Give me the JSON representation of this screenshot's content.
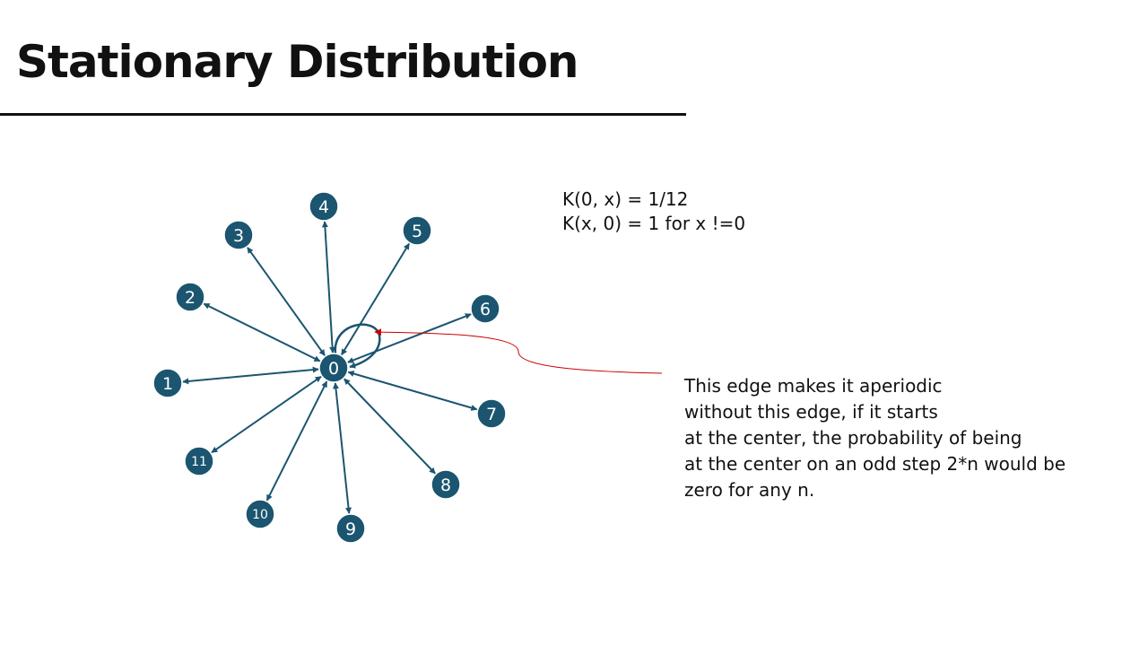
{
  "slide": {
    "title": "Stationary Distribution"
  },
  "formulas": [
    "K(0, x) = 1/12",
    "K(x, 0) = 1 for x !=0"
  ],
  "annotation": {
    "lines": [
      "This edge makes it aperiodic",
      "without this edge, if it starts",
      "at the center, the probability of being",
      "at the center on an odd step 2*n would be",
      "zero for any n."
    ]
  },
  "graph": {
    "center": {
      "id": "0",
      "label": "0"
    },
    "outer_nodes": [
      {
        "id": "1",
        "label": "1"
      },
      {
        "id": "2",
        "label": "2"
      },
      {
        "id": "3",
        "label": "3"
      },
      {
        "id": "4",
        "label": "4"
      },
      {
        "id": "5",
        "label": "5"
      },
      {
        "id": "6",
        "label": "6"
      },
      {
        "id": "7",
        "label": "7"
      },
      {
        "id": "8",
        "label": "8"
      },
      {
        "id": "9",
        "label": "9"
      },
      {
        "id": "10",
        "label": "10"
      },
      {
        "id": "11",
        "label": "11"
      }
    ],
    "edges": "bidirectional center-to-outer",
    "self_loop": "0",
    "colors": {
      "node": "#1b5570",
      "edge": "#1b5570",
      "pointer": "#cc0000"
    }
  }
}
